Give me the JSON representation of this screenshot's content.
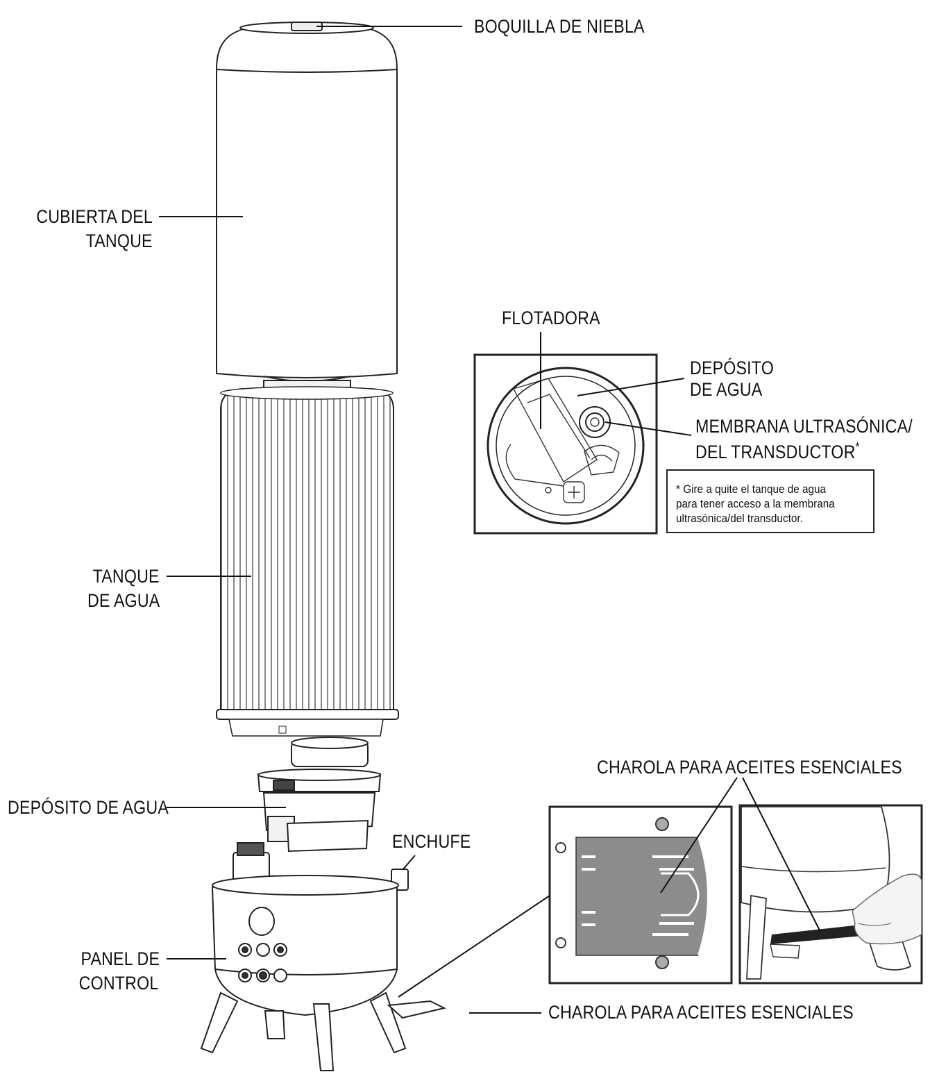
{
  "labels": {
    "mist_nozzle": "BOQUILLA DE NIEBLA",
    "tank_cover_line1": "CUBIERTA DEL",
    "tank_cover_line2": "TANQUE",
    "water_tank_line1": "TANQUE",
    "water_tank_line2": "DE AGUA",
    "water_reservoir": "DEPÓSITO DE AGUA",
    "plug": "ENCHUFE",
    "control_panel_line1": "PANEL DE",
    "control_panel_line2": "CONTROL",
    "oil_tray_bottom": "CHAROLA PARA ACEITES ESENCIALES",
    "oil_tray_top": "CHAROLA PARA ACEITES ESENCIALES",
    "float": "FLOTADORA",
    "reservoir_detail_line1": "DEPÓSITO",
    "reservoir_detail_line2": "DE AGUA",
    "membrane_line1": "MEMBRANA ULTRASÓNICA/",
    "membrane_line2": "DEL TRANSDUCTOR"
  },
  "note": {
    "line1": "* Gire a quite el tanque de agua",
    "line2": "para tener acceso a la membrana",
    "line3": "ultrasónica/del transductor."
  },
  "asterisk": "*"
}
